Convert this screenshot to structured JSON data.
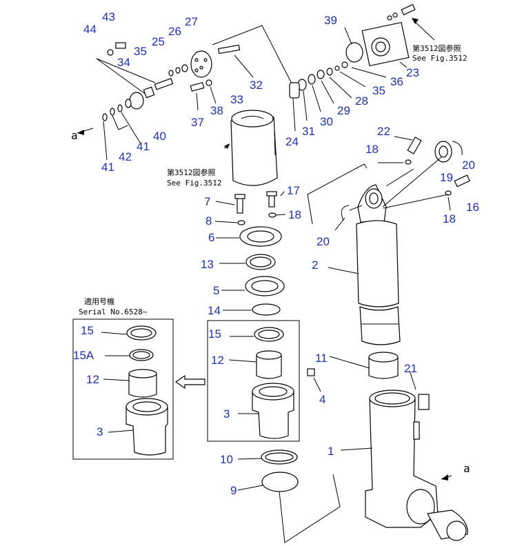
{
  "references": {
    "top_right_jp": "第3512図参照",
    "top_right_en": "See Fig.3512",
    "mid_left_jp": "第3512図参照",
    "mid_left_en": "See Fig.3512",
    "applicable_jp": "適用号機",
    "serial": "Serial No.6528~",
    "arrow_a1": "a",
    "arrow_a2": "a"
  },
  "callouts": [
    "1",
    "2",
    "3",
    "3",
    "4",
    "5",
    "6",
    "7",
    "8",
    "9",
    "10",
    "11",
    "12",
    "12",
    "13",
    "14",
    "15",
    "15",
    "15A",
    "16",
    "17",
    "18",
    "18",
    "18",
    "19",
    "20",
    "20",
    "21",
    "22",
    "23",
    "24",
    "25",
    "26",
    "27",
    "28",
    "29",
    "30",
    "31",
    "32",
    "33",
    "34",
    "35",
    "35",
    "36",
    "37",
    "38",
    "39",
    "40",
    "41",
    "41",
    "42",
    "43",
    "44"
  ]
}
